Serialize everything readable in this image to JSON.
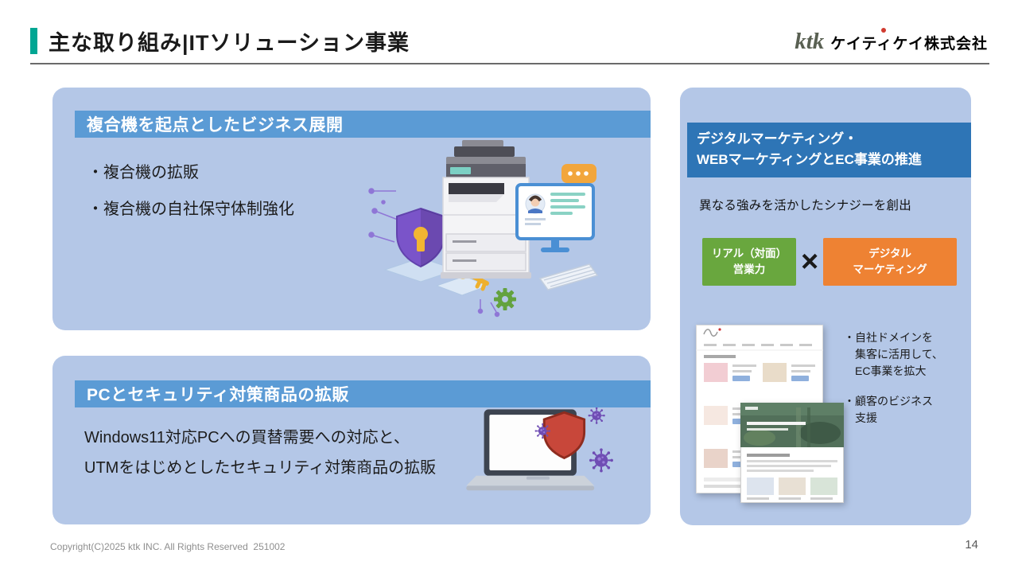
{
  "header": {
    "title": "主な取り組み|ITソリューション事業",
    "logo": {
      "ktk": "ktk",
      "company": "ケイティケイ株式会社"
    }
  },
  "copier_box": {
    "header": "複合機を起点としたビジネス展開",
    "bullets": [
      "・複合機の拡販",
      "・複合機の自社保守体制強化"
    ]
  },
  "pc_box": {
    "header": "PCとセキュリティ対策商品の拡販",
    "lines": [
      "Windows11対応PCへの買替需要への対応と、",
      "UTMをはじめとしたセキュリティ対策商品の拡販"
    ]
  },
  "digital_box": {
    "header_lines": [
      "デジタルマーケティング・",
      "WEBマーケティングとEC事業の推進"
    ],
    "synergy": "異なる強みを活かしたシナジーを創出",
    "real_sales": [
      "リアル（対面）",
      "営業力"
    ],
    "multiply": "×",
    "digital_marketing": [
      "デジタル",
      "マーケティング"
    ],
    "bullet1": [
      "・自社ドメインを",
      "　集客に活用して、",
      "　EC事業を拡大"
    ],
    "bullet2": [
      "・顧客のビジネス",
      "　支援"
    ]
  },
  "footer": {
    "copyright": "Copyright(C)2025 ktk INC. All Rights Reserved  251002",
    "page": "14"
  },
  "colors": {
    "accent_teal": "#00a693",
    "panel_blue": "#b4c7e7",
    "header_blue": "#5b9bd5",
    "header_dark_blue": "#2e75b6",
    "green": "#69a73e",
    "orange": "#ee8233"
  }
}
